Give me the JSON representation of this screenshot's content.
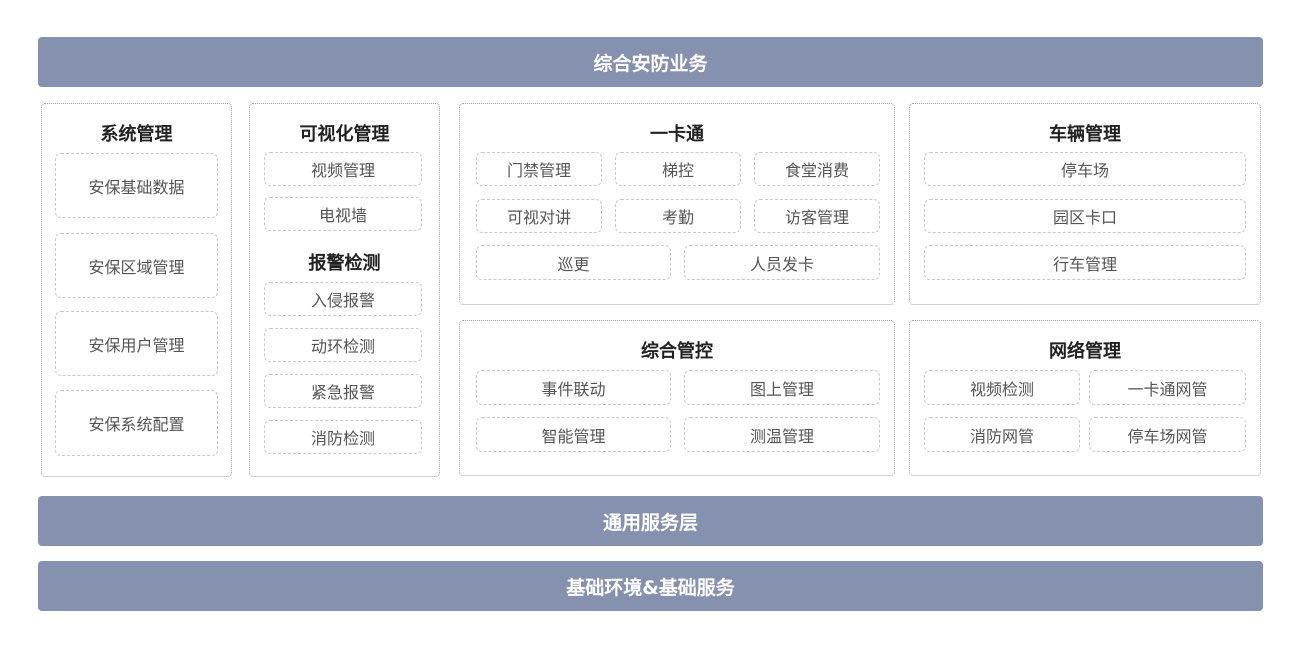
{
  "top_bar": "综合安防业务",
  "middle_bar": "通用服务层",
  "bottom_bar": "基础环境&基础服务",
  "system": {
    "title": "系统管理",
    "items": [
      "安保基础数据",
      "安保区域管理",
      "安保用户管理",
      "安保系统配置"
    ]
  },
  "visual": {
    "title": "可视化管理",
    "items": [
      "视频管理",
      "电视墙"
    ]
  },
  "alarm": {
    "title": "报警检测",
    "items": [
      "入侵报警",
      "动环检测",
      "紧急报警",
      "消防检测"
    ]
  },
  "card": {
    "title": "一卡通",
    "items": [
      "门禁管理",
      "梯控",
      "食堂消费",
      "可视对讲",
      "考勤",
      "访客管理",
      "巡更",
      "人员发卡"
    ]
  },
  "control": {
    "title": "综合管控",
    "items": [
      "事件联动",
      "图上管理",
      "智能管理",
      "测温管理"
    ]
  },
  "vehicle": {
    "title": "车辆管理",
    "items": [
      "停车场",
      "园区卡口",
      "行车管理"
    ]
  },
  "network": {
    "title": "网络管理",
    "items": [
      "视频检测",
      "一卡通网管",
      "消防网管",
      "停车场网管"
    ]
  }
}
